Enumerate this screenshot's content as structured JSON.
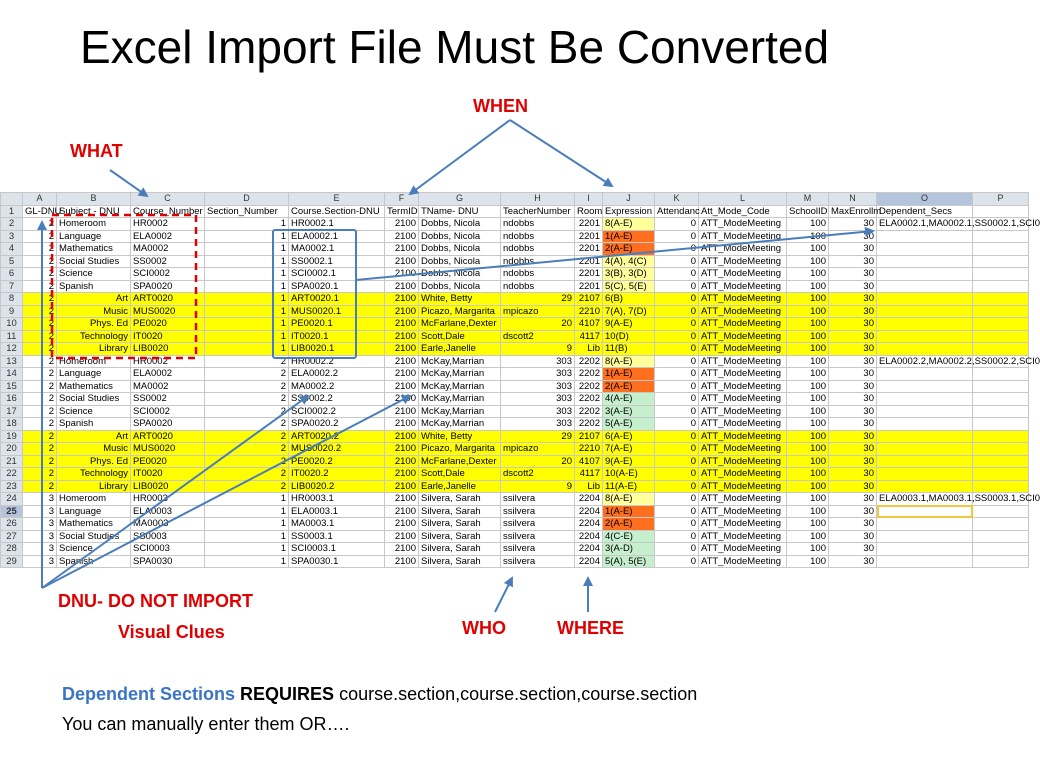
{
  "slide": {
    "title": "Excel Import File Must Be Converted",
    "callouts": {
      "when": "WHEN",
      "what": "WHAT",
      "dnu_line1": "DNU- DO NOT IMPORT",
      "dnu_line2": "Visual Clues",
      "who": "WHO",
      "where": "WHERE"
    },
    "bottom": {
      "label1": "Dependent Sections",
      "label2": "REQUIRES",
      "text1": "course.section,course.section,course.section",
      "line2": "You can manually enter them OR…."
    }
  },
  "colors": {
    "red_callout": "#e00000",
    "blue_arrow": "#4a7ebb",
    "highlight_yellow": "#ffff00",
    "expression_orange": "#ff6f1e",
    "expression_green": "#c6efce"
  },
  "sheet": {
    "column_letters": [
      "A",
      "B",
      "C",
      "D",
      "E",
      "F",
      "G",
      "H",
      "I",
      "J",
      "K",
      "L",
      "M",
      "N",
      "O",
      "P"
    ],
    "header_row": [
      "GL-DNU",
      "Subject - DNU",
      "Course_Number",
      "Section_Number",
      "Course.Section-DNU",
      "TermID",
      "TName- DNU",
      "TeacherNumber",
      "Room",
      "Expression",
      "Attendanc",
      "Att_Mode_Code",
      "SchoolID",
      "MaxEnrollm",
      "Dependent_Secs",
      ""
    ],
    "rows": [
      {
        "r": "2",
        "a": "2",
        "b": "Homeroom",
        "c": "HR0002",
        "d": "1",
        "e": "HR0002.1",
        "f": "2100",
        "g": "Dobbs, Nicola",
        "h": "ndobbs",
        "i": "2201",
        "j": "8(A-E)",
        "k": "0",
        "l": "ATT_ModeMeeting",
        "m": "100",
        "n": "30",
        "o": "ELA0002.1,MA0002.1,SS0002.1,SCI0"
      },
      {
        "r": "3",
        "a": "2",
        "b": "Language",
        "c": "ELA0002",
        "d": "1",
        "e": "ELA0002.1",
        "f": "2100",
        "g": "Dobbs, Nicola",
        "h": "ndobbs",
        "i": "2201",
        "j": "1(A-E)",
        "k": "0",
        "l": "ATT_ModeMeeting",
        "m": "100",
        "n": "30",
        "o": ""
      },
      {
        "r": "4",
        "a": "2",
        "b": "Mathematics",
        "c": "MA0002",
        "d": "1",
        "e": "MA0002.1",
        "f": "2100",
        "g": "Dobbs, Nicola",
        "h": "ndobbs",
        "i": "2201",
        "j": "2(A-E)",
        "k": "0",
        "l": "ATT_ModeMeeting",
        "m": "100",
        "n": "30",
        "o": ""
      },
      {
        "r": "5",
        "a": "2",
        "b": "Social Studies",
        "c": "SS0002",
        "d": "1",
        "e": "SS0002.1",
        "f": "2100",
        "g": "Dobbs, Nicola",
        "h": "ndobbs",
        "i": "2201",
        "j": "4(A), 4(C)",
        "k": "0",
        "l": "ATT_ModeMeeting",
        "m": "100",
        "n": "30",
        "o": ""
      },
      {
        "r": "6",
        "a": "2",
        "b": "Science",
        "c": "SCI0002",
        "d": "1",
        "e": "SCI0002.1",
        "f": "2100",
        "g": "Dobbs, Nicola",
        "h": "ndobbs",
        "i": "2201",
        "j": "3(B), 3(D)",
        "k": "0",
        "l": "ATT_ModeMeeting",
        "m": "100",
        "n": "30",
        "o": ""
      },
      {
        "r": "7",
        "a": "2",
        "b": "Spanish",
        "c": "SPA0020",
        "d": "1",
        "e": "SPA0020.1",
        "f": "2100",
        "g": "Dobbs, Nicola",
        "h": "ndobbs",
        "i": "2201",
        "j": "5(C), 5(E)",
        "k": "0",
        "l": "ATT_ModeMeeting",
        "m": "100",
        "n": "30",
        "o": ""
      },
      {
        "r": "8",
        "a": "2",
        "b": "Art",
        "c": "ART0020",
        "d": "1",
        "e": "ART0020.1",
        "f": "2100",
        "g": "White, Betty",
        "h": "29",
        "i": "2107",
        "j": "6(B)",
        "k": "0",
        "l": "ATT_ModeMeeting",
        "m": "100",
        "n": "30",
        "o": ""
      },
      {
        "r": "9",
        "a": "2",
        "b": "Music",
        "c": "MUS0020",
        "d": "1",
        "e": "MUS0020.1",
        "f": "2100",
        "g": "Picazo, Margarita",
        "h": "mpicazo",
        "i": "2210",
        "j": "7(A), 7(D)",
        "k": "0",
        "l": "ATT_ModeMeeting",
        "m": "100",
        "n": "30",
        "o": ""
      },
      {
        "r": "10",
        "a": "2",
        "b": "Phys. Ed",
        "c": "PE0020",
        "d": "1",
        "e": "PE0020.1",
        "f": "2100",
        "g": "McFarlane,Dexter",
        "h": "20",
        "i": "4107",
        "j": "9(A-E)",
        "k": "0",
        "l": "ATT_ModeMeeting",
        "m": "100",
        "n": "30",
        "o": ""
      },
      {
        "r": "11",
        "a": "2",
        "b": "Technology",
        "c": "IT0020",
        "d": "1",
        "e": "IT0020.1",
        "f": "2100",
        "g": "Scott,Dale",
        "h": "dscott2",
        "i": "4117",
        "j": "10(D)",
        "k": "0",
        "l": "ATT_ModeMeeting",
        "m": "100",
        "n": "30",
        "o": ""
      },
      {
        "r": "12",
        "a": "2",
        "b": "Library",
        "c": "LIB0020",
        "d": "1",
        "e": "LIB0020.1",
        "f": "2100",
        "g": "Earle,Janelle",
        "h": "9",
        "i": "Lib",
        "j": "11(B)",
        "k": "0",
        "l": "ATT_ModeMeeting",
        "m": "100",
        "n": "30",
        "o": ""
      },
      {
        "r": "13",
        "a": "2",
        "b": "Homeroom",
        "c": "HR0002",
        "d": "2",
        "e": "HR0002.2",
        "f": "2100",
        "g": "McKay,Marrian",
        "h": "303",
        "i": "2202",
        "j": "8(A-E)",
        "k": "0",
        "l": "ATT_ModeMeeting",
        "m": "100",
        "n": "30",
        "o": "ELA0002.2,MA0002.2,SS0002.2,SCI0"
      },
      {
        "r": "14",
        "a": "2",
        "b": "Language",
        "c": "ELA0002",
        "d": "2",
        "e": "ELA0002.2",
        "f": "2100",
        "g": "McKay,Marrian",
        "h": "303",
        "i": "2202",
        "j": "1(A-E)",
        "k": "0",
        "l": "ATT_ModeMeeting",
        "m": "100",
        "n": "30",
        "o": ""
      },
      {
        "r": "15",
        "a": "2",
        "b": "Mathematics",
        "c": "MA0002",
        "d": "2",
        "e": "MA0002.2",
        "f": "2100",
        "g": "McKay,Marrian",
        "h": "303",
        "i": "2202",
        "j": "2(A-E)",
        "k": "0",
        "l": "ATT_ModeMeeting",
        "m": "100",
        "n": "30",
        "o": ""
      },
      {
        "r": "16",
        "a": "2",
        "b": "Social Studies",
        "c": "SS0002",
        "d": "2",
        "e": "SS0002.2",
        "f": "2100",
        "g": "McKay,Marrian",
        "h": "303",
        "i": "2202",
        "j": "4(A-E)",
        "k": "0",
        "l": "ATT_ModeMeeting",
        "m": "100",
        "n": "30",
        "o": ""
      },
      {
        "r": "17",
        "a": "2",
        "b": "Science",
        "c": "SCI0002",
        "d": "2",
        "e": "SCI0002.2",
        "f": "2100",
        "g": "McKay,Marrian",
        "h": "303",
        "i": "2202",
        "j": "3(A-E)",
        "k": "0",
        "l": "ATT_ModeMeeting",
        "m": "100",
        "n": "30",
        "o": ""
      },
      {
        "r": "18",
        "a": "2",
        "b": "Spanish",
        "c": "SPA0020",
        "d": "2",
        "e": "SPA0020.2",
        "f": "2100",
        "g": "McKay,Marrian",
        "h": "303",
        "i": "2202",
        "j": "5(A-E)",
        "k": "0",
        "l": "ATT_ModeMeeting",
        "m": "100",
        "n": "30",
        "o": ""
      },
      {
        "r": "19",
        "a": "2",
        "b": "Art",
        "c": "ART0020",
        "d": "2",
        "e": "ART0020.2",
        "f": "2100",
        "g": "White, Betty",
        "h": "29",
        "i": "2107",
        "j": "6(A-E)",
        "k": "0",
        "l": "ATT_ModeMeeting",
        "m": "100",
        "n": "30",
        "o": ""
      },
      {
        "r": "20",
        "a": "2",
        "b": "Music",
        "c": "MUS0020",
        "d": "2",
        "e": "MUS0020.2",
        "f": "2100",
        "g": "Picazo, Margarita",
        "h": "mpicazo",
        "i": "2210",
        "j": "7(A-E)",
        "k": "0",
        "l": "ATT_ModeMeeting",
        "m": "100",
        "n": "30",
        "o": ""
      },
      {
        "r": "21",
        "a": "2",
        "b": "Phys. Ed",
        "c": "PE0020",
        "d": "2",
        "e": "PE0020.2",
        "f": "2100",
        "g": "McFarlane,Dexter",
        "h": "20",
        "i": "4107",
        "j": "9(A-E)",
        "k": "0",
        "l": "ATT_ModeMeeting",
        "m": "100",
        "n": "30",
        "o": ""
      },
      {
        "r": "22",
        "a": "2",
        "b": "Technology",
        "c": "IT0020",
        "d": "2",
        "e": "IT0020.2",
        "f": "2100",
        "g": "Scott,Dale",
        "h": "dscott2",
        "i": "4117",
        "j": "10(A-E)",
        "k": "0",
        "l": "ATT_ModeMeeting",
        "m": "100",
        "n": "30",
        "o": ""
      },
      {
        "r": "23",
        "a": "2",
        "b": "Library",
        "c": "LIB0020",
        "d": "2",
        "e": "LIB0020.2",
        "f": "2100",
        "g": "Earle,Janelle",
        "h": "9",
        "i": "Lib",
        "j": "11(A-E)",
        "k": "0",
        "l": "ATT_ModeMeeting",
        "m": "100",
        "n": "30",
        "o": ""
      },
      {
        "r": "24",
        "a": "3",
        "b": "Homeroom",
        "c": "HR0003",
        "d": "1",
        "e": "HR0003.1",
        "f": "2100",
        "g": "Silvera, Sarah",
        "h": "ssilvera",
        "i": "2204",
        "j": "8(A-E)",
        "k": "0",
        "l": "ATT_ModeMeeting",
        "m": "100",
        "n": "30",
        "o": "ELA0003.1,MA0003.1,SS0003.1,SCI0"
      },
      {
        "r": "25",
        "a": "3",
        "b": "Language",
        "c": "ELA0003",
        "d": "1",
        "e": "ELA0003.1",
        "f": "2100",
        "g": "Silvera, Sarah",
        "h": "ssilvera",
        "i": "2204",
        "j": "1(A-E)",
        "k": "0",
        "l": "ATT_ModeMeeting",
        "m": "100",
        "n": "30",
        "o": ""
      },
      {
        "r": "26",
        "a": "3",
        "b": "Mathematics",
        "c": "MA0003",
        "d": "1",
        "e": "MA0003.1",
        "f": "2100",
        "g": "Silvera, Sarah",
        "h": "ssilvera",
        "i": "2204",
        "j": "2(A-E)",
        "k": "0",
        "l": "ATT_ModeMeeting",
        "m": "100",
        "n": "30",
        "o": ""
      },
      {
        "r": "27",
        "a": "3",
        "b": "Social Studies",
        "c": "SS0003",
        "d": "1",
        "e": "SS0003.1",
        "f": "2100",
        "g": "Silvera, Sarah",
        "h": "ssilvera",
        "i": "2204",
        "j": "4(C-E)",
        "k": "0",
        "l": "ATT_ModeMeeting",
        "m": "100",
        "n": "30",
        "o": ""
      },
      {
        "r": "28",
        "a": "3",
        "b": "Science",
        "c": "SCI0003",
        "d": "1",
        "e": "SCI0003.1",
        "f": "2100",
        "g": "Silvera, Sarah",
        "h": "ssilvera",
        "i": "2204",
        "j": "3(A-D)",
        "k": "0",
        "l": "ATT_ModeMeeting",
        "m": "100",
        "n": "30",
        "o": ""
      },
      {
        "r": "29",
        "a": "3",
        "b": "Spanish",
        "c": "SPA0030",
        "d": "1",
        "e": "SPA0030.1",
        "f": "2100",
        "g": "Silvera, Sarah",
        "h": "ssilvera",
        "i": "2204",
        "j": "5(A), 5(E)",
        "k": "0",
        "l": "ATT_ModeMeeting",
        "m": "100",
        "n": "30",
        "o": ""
      }
    ],
    "yellow_rows": [
      "8",
      "9",
      "10",
      "11",
      "12",
      "19",
      "20",
      "21",
      "22",
      "23"
    ],
    "orange_expression_rows": [
      "3",
      "4",
      "14",
      "15",
      "25",
      "26"
    ],
    "green_expression_rows": [
      "16",
      "17",
      "18",
      "27",
      "28",
      "29"
    ],
    "selected_row": "25",
    "selected_column": "O"
  }
}
